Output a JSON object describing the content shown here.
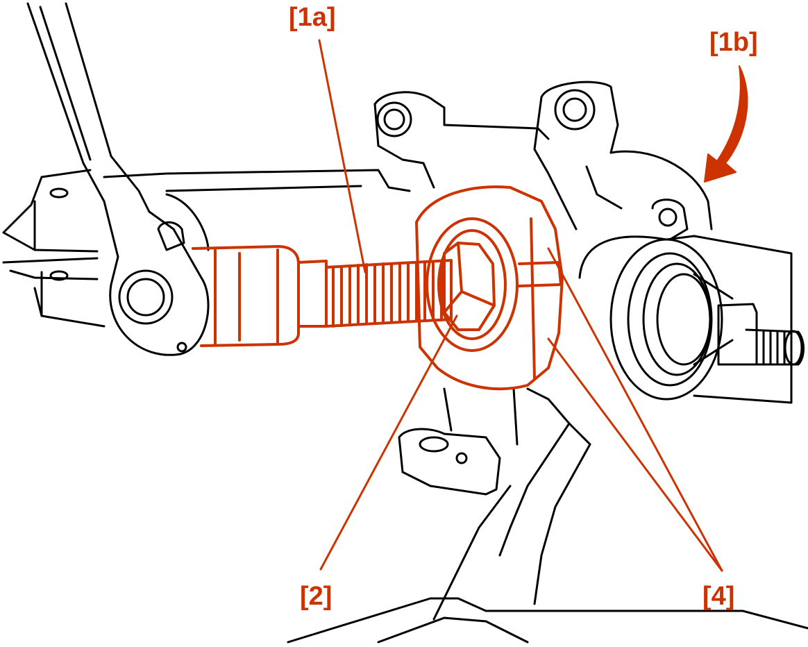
{
  "callouts": {
    "c1a": "[1a]",
    "c1b": "[1b]",
    "c2": "[2]",
    "c4": "[4]"
  },
  "colors": {
    "highlight": "#cc3300",
    "linework": "#000000",
    "background": "#ffffff"
  },
  "parts": [
    "wrench",
    "puller-tool",
    "threaded-spindle",
    "nut",
    "split-adapter",
    "steering-knuckle",
    "wheel-hub",
    "hub-stud",
    "rotation-arrow",
    "support-base"
  ]
}
